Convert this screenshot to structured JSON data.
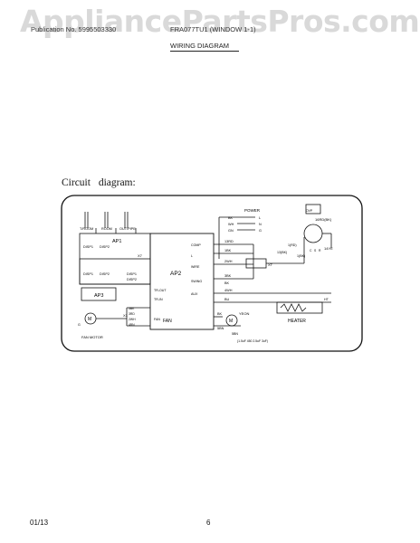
{
  "watermark": "AppliancePartsPros.com",
  "header": {
    "left": "Publication No. 5995503330",
    "right": "FRA077TU1 (WINDOW 1-1)",
    "title": "WIRING DIAGRAM"
  },
  "section_label": "Circuit  diagram:",
  "diagram": {
    "boards": {
      "ap1": "AP1",
      "ap2": "AP2",
      "ap3": "AP3",
      "xt": "XT"
    },
    "sensors": [
      "T/ROOM",
      "ROOM",
      "OUT/PIPE"
    ],
    "disp_labels": [
      "DISP1",
      "DISP2",
      "DISP1",
      "DISP2",
      "DISP1",
      "DISP2"
    ],
    "ap2_pins": [
      "COMP",
      "L",
      "WIRE",
      "SWING",
      "AUX",
      "TR-OUT",
      "TR-IN",
      "FAN"
    ],
    "x7": "X7",
    "x1": "X1",
    "power": {
      "title": "POWER",
      "wires": [
        "BK",
        "WH",
        "GN"
      ],
      "terms": [
        "L",
        "N"
      ],
      "ground": "G"
    },
    "wire_labels": [
      "13RD",
      "1BK",
      "2WH",
      "3BK",
      "BK",
      "4WH",
      "BU",
      "5BN",
      "BK",
      "5BN",
      "1(RD)",
      "1(BK)",
      "13(BK)"
    ],
    "compressor": {
      "label": "16RD(BK)",
      "cap": "14YE",
      "tags": [
        "C",
        "S",
        "R"
      ],
      "ol": "OVP"
    },
    "fan_motor": {
      "label": "FAN MOTOR",
      "symbol": "M",
      "wires": [
        "5BK",
        "3RD",
        "2WH",
        "4BN"
      ],
      "caps": [
        "(1.5uF 450 2.5uF 3uF)"
      ],
      "ground": "G"
    },
    "heater": {
      "label": "HEATER"
    },
    "swing": {
      "label": "YEON",
      "symbol": "M"
    },
    "fan_tag": "FAN",
    "heater_tags": [
      "HT"
    ]
  },
  "footer": {
    "date": "01/13",
    "page": "6"
  }
}
